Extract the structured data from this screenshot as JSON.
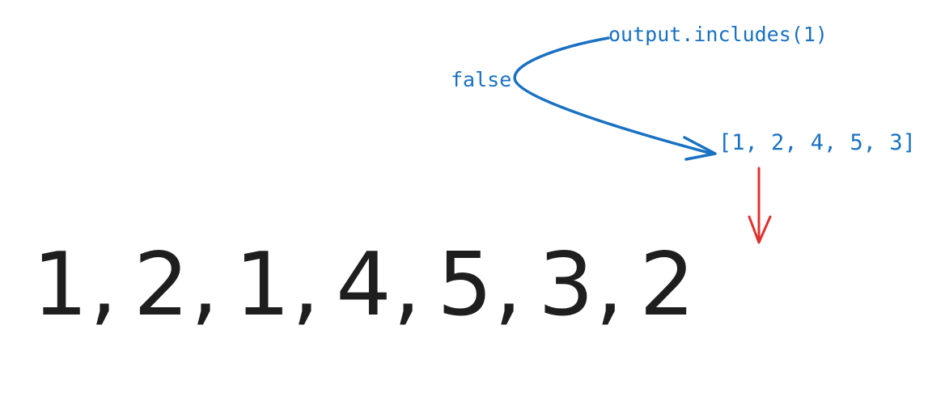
{
  "annotations": {
    "expression": "output.includes(1)",
    "result": "false",
    "output_array": "[1, 2, 4, 5, 3]"
  },
  "sequence": [
    "1,",
    "2,",
    "1,",
    "4,",
    "5,",
    "3,",
    "2"
  ],
  "colors": {
    "annotation": "#1971c2",
    "highlight_arrow": "#e03131",
    "sequence_text": "#1e1e1e"
  }
}
